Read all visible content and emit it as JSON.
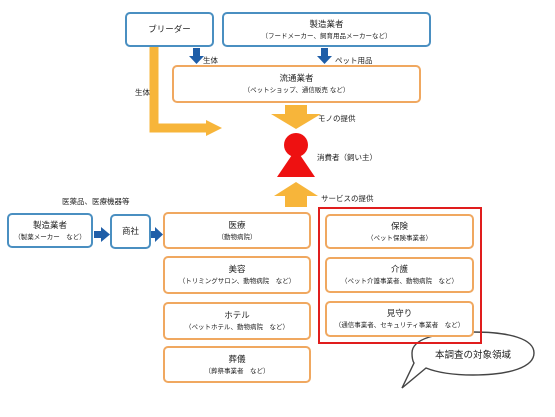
{
  "breeder": {
    "title": "ブリーダー"
  },
  "manufacturer_top": {
    "title": "製造業者",
    "sub": "（フードメーカー、飼育用品メーカーなど）"
  },
  "distributor": {
    "title": "流通業者",
    "sub": "（ペットショップ、通信販売 など）"
  },
  "consumer": {
    "label": "消費者（飼い主）"
  },
  "pharma_manufacturer": {
    "title": "製造業者",
    "sub": "（製薬メーカー　など）"
  },
  "trading": {
    "title": "商社"
  },
  "medical": {
    "title": "医療",
    "sub": "（動物病院）"
  },
  "beauty": {
    "title": "美容",
    "sub": "（トリミングサロン、動物病院　など）"
  },
  "hotel": {
    "title": "ホテル",
    "sub": "（ペットホテル、動物病院　など）"
  },
  "funeral": {
    "title": "葬儀",
    "sub": "（葬祭事業者　など）"
  },
  "insurance": {
    "title": "保険",
    "sub": "（ペット保険事業者）"
  },
  "care": {
    "title": "介護",
    "sub": "（ペット介護事業者、動物病院　など）"
  },
  "watch": {
    "title": "見守り",
    "sub": "（通信事業者、セキュリティ事業者　など）"
  },
  "labels": {
    "live_animal_1": "生体",
    "live_animal_2": "生体",
    "pet_goods": "ペット用品",
    "goods_supply": "モノの提供",
    "service_supply": "サービスの提供",
    "medicines": "医薬品、医療機器等"
  },
  "callout": {
    "text": "本調査の対象領域"
  },
  "colors": {
    "blue_border": "#4a8fc1",
    "orange_border": "#f0a860",
    "blue_arrow": "#1f5ea8",
    "orange_arrow": "#f7b53a",
    "consumer_red": "#ee1111",
    "scope_red": "#e01d1d"
  }
}
